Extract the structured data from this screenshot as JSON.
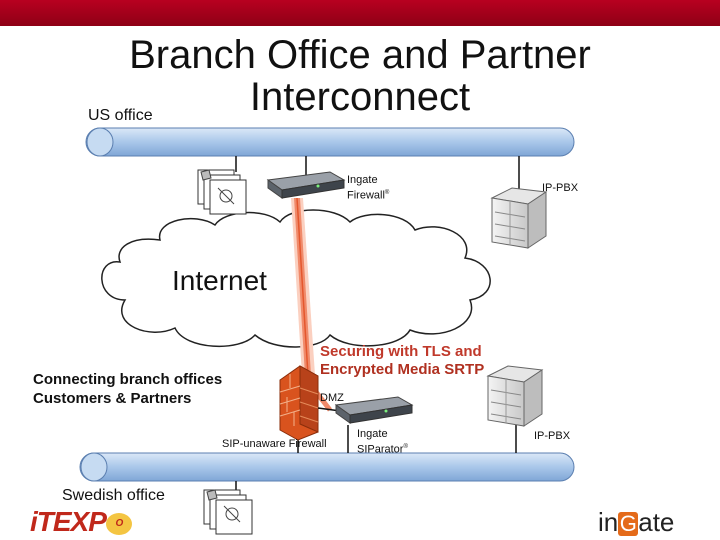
{
  "title": "Branch Office and Partner Interconnect",
  "labels": {
    "us_office": "US office",
    "swedish_office": "Swedish office",
    "internet": "Internet",
    "ingate_firewall_line1": "Ingate",
    "ingate_firewall_line2": "Firewall",
    "ip_pbx_top": "IP-PBX",
    "ip_pbx_bottom": "IP-PBX",
    "connecting_line1": "Connecting branch offices",
    "connecting_line2": "Customers & Partners",
    "securing_line1": "Securing with TLS and",
    "securing_line2": "Encrypted Media SRTP",
    "dmz": "DMZ",
    "sip_unaware_firewall": "SIP-unaware Firewall",
    "ingate_siparator_line1": "Ingate",
    "ingate_siparator_line2": "SIParator",
    "registered_mark": "®"
  },
  "logos": {
    "ingate_prefix": "in",
    "ingate_g": "G",
    "ingate_suffix": "ate",
    "itexpo": "iTEXP",
    "itexpo_o": "O"
  },
  "colors": {
    "header_bar": "#a0001c",
    "network_bus": "#a9c7ea",
    "secure_link": "#f08a6a",
    "firewall_wall": "#d9531e"
  }
}
